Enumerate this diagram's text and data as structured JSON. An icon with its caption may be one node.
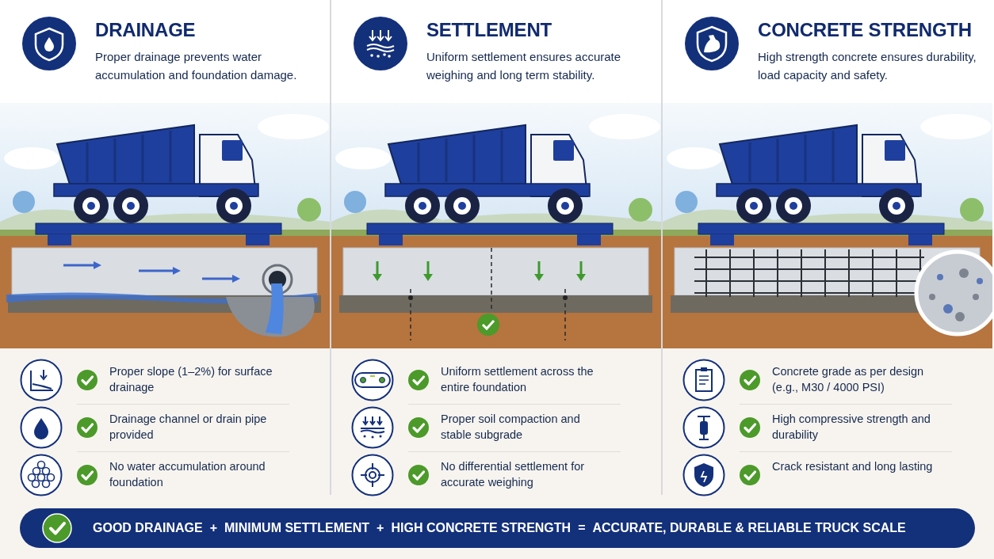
{
  "diagram": {
    "nodes": [
      {
        "text": [
          "DRAINAGE",
          "Proper drainage prevents water accumulation and foundation damage."
        ]
      },
      {
        "text": [
          "SETTLEMENT",
          "Uniform settlement ensures accurate weighing and long term stability."
        ]
      },
      {
        "text": [
          "CONCRETE STRENGTH",
          "High strength concrete ensures durability, load capacity and safety."
        ]
      },
      {
        "text": [
          "GOOD DRAINAGE",
          "+",
          "MINIMUM SETTLEMENT",
          "+",
          "HIGH CONCRETE STRENGTH",
          "=",
          "ACCURATE, DURABLE & RELIABLE TRUCK SCALE"
        ]
      }
    ],
    "edges": [],
    "labels": [
      "Proper slope (1–2%) for surface drainage",
      "Drainage channel or drain pipe provided",
      "No water accumulation around foundation",
      "Uniform settlement across the entire foundation",
      "Proper soil compaction and stable subgrade",
      "No differential settlement for accurate weighing",
      "Concrete grade as per design (e.g., M30 / 4000 PSI)",
      "High compressive strength and durability",
      "Crack resistant and long lasting"
    ]
  }
}
